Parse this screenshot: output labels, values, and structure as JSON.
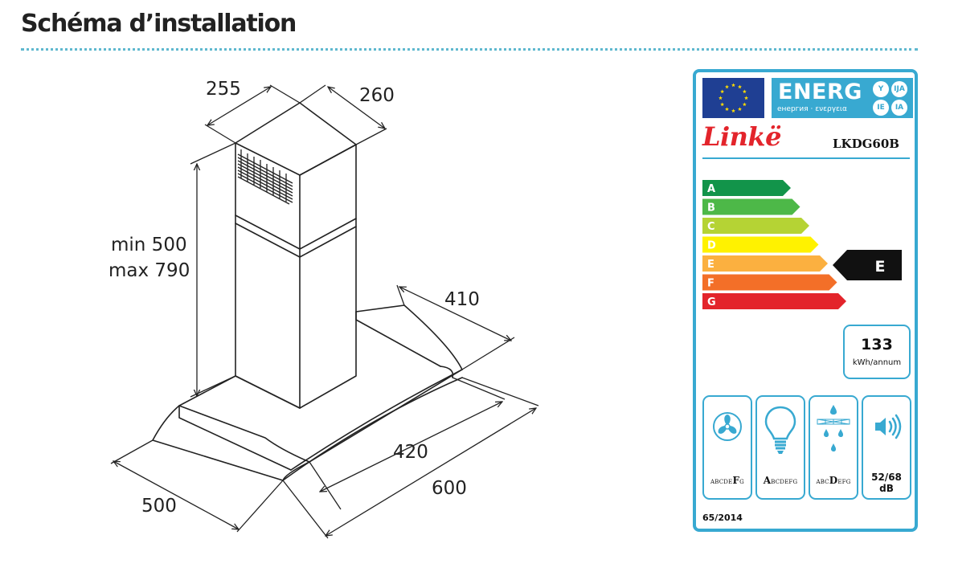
{
  "page": {
    "title": "Schéma d’installation"
  },
  "diagram": {
    "dimensions": {
      "chimney_depth": "255",
      "chimney_width": "260",
      "height_min": "min 500",
      "height_max": "max 790",
      "canopy_depth": "410",
      "front_width": "420",
      "total_width": "600",
      "total_depth": "500"
    }
  },
  "energy_label": {
    "energ_word": "ENERG",
    "energ_subtitle": "енергия · ενεργεια",
    "languages": [
      "Y",
      "IJA",
      "IE",
      "IA"
    ],
    "brand": "Linkë",
    "model": "LKDG60B",
    "classes": [
      {
        "letter": "A",
        "color": "#12944a"
      },
      {
        "letter": "B",
        "color": "#4db848"
      },
      {
        "letter": "C",
        "color": "#b5d334"
      },
      {
        "letter": "D",
        "color": "#fff200"
      },
      {
        "letter": "E",
        "color": "#fbb040"
      },
      {
        "letter": "F",
        "color": "#f36f28"
      },
      {
        "letter": "G",
        "color": "#e3242b"
      }
    ],
    "rating": "E",
    "consumption": {
      "value": "133",
      "unit": "kWh/annum"
    },
    "fluid_dynamic": {
      "prefix": "ABCDE",
      "grade": "F",
      "suffix": "G",
      "icon": "fan-icon"
    },
    "lighting": {
      "prefix": "",
      "grade": "A",
      "suffix": "BCDEFG",
      "icon": "light-bulb-icon"
    },
    "grease_filtering": {
      "prefix": "ABC",
      "grade": "D",
      "suffix": "EFG",
      "icon": "grease-filter-icon"
    },
    "noise": {
      "value": "52/68",
      "unit": "dB",
      "icon": "sound-icon"
    },
    "regulation": "65/2014",
    "accent_color": "#38a9d1"
  }
}
